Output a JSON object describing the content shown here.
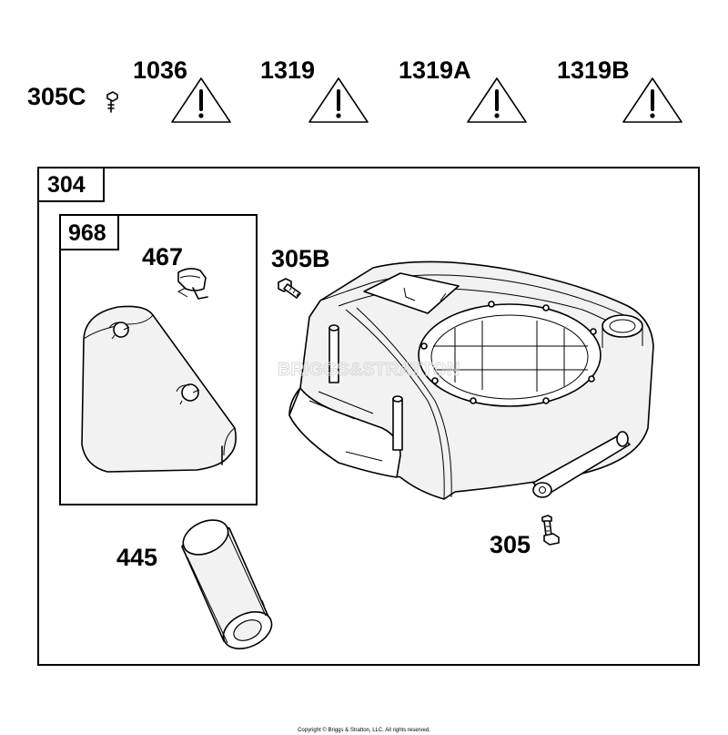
{
  "labels": {
    "p305c": "305C",
    "p1036": "1036",
    "p1319": "1319",
    "p1319a": "1319A",
    "p1319b": "1319B",
    "p304": "304",
    "p968": "968",
    "p467": "467",
    "p305b": "305B",
    "p445": "445",
    "p305": "305"
  },
  "watermark": "BRIGGS&STRATTON",
  "copyright": "Copyright © Briggs & Stratton, LLC. All rights reserved."
}
